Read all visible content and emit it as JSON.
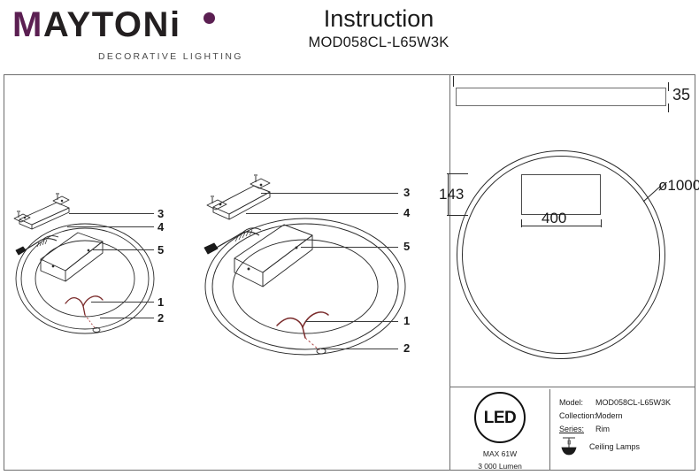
{
  "header": {
    "logo_text_part1": "M",
    "logo_text_part2": "AYTON",
    "logo_text_part3": "i",
    "logo_full": "MAYTONi",
    "tagline": "DECORATIVE LIGHTING",
    "title": "Instruction",
    "model_code": "MOD058CL-L65W3K",
    "brand_accent_color": "#5b1f52",
    "ink_color": "#231f20"
  },
  "dimensions": {
    "thickness": "35",
    "driver_height": "143",
    "driver_width": "400",
    "diameter": "ø1000"
  },
  "callouts_left": [
    {
      "number": "3"
    },
    {
      "number": "4"
    },
    {
      "number": "5"
    },
    {
      "number": "1"
    },
    {
      "number": "2"
    }
  ],
  "callouts_mid": [
    {
      "number": "3"
    },
    {
      "number": "4"
    },
    {
      "number": "5"
    },
    {
      "number": "1"
    },
    {
      "number": "2"
    }
  ],
  "info_panel": {
    "led_badge_text": "LED",
    "max_power": "MAX 61W",
    "lumen": "3 000 Lumen",
    "specs": [
      {
        "key": "Model:",
        "value": "MOD058CL-L65W3K"
      },
      {
        "key": "Collection:",
        "value": "Modern"
      },
      {
        "key": "Series:",
        "value": "Rim"
      }
    ],
    "category": "Ceiling Lamps",
    "lamp_icon_name": "ceiling-lamp-icon"
  }
}
